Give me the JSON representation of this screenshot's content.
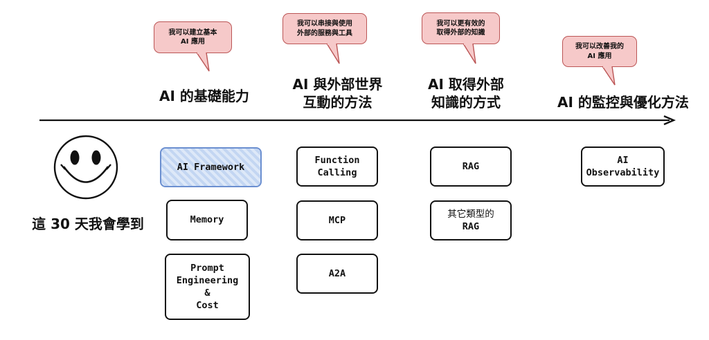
{
  "bubbles": [
    {
      "line1": "我可以建立基本",
      "line2": "AI 應用"
    },
    {
      "line1": "我可以串接與使用",
      "line2": "外部的服務與工具"
    },
    {
      "line1": "我可以更有效的",
      "line2": "取得外部的知識"
    },
    {
      "line1": "我可以改善我的",
      "line2": "AI 應用"
    }
  ],
  "headings": [
    {
      "line1": "AI 的基礎能力",
      "line2": ""
    },
    {
      "line1": "AI 與外部世界",
      "line2": "互動的方法"
    },
    {
      "line1": "AI 取得外部",
      "line2": "知識的方式"
    },
    {
      "line1": "AI 的監控與優化方法",
      "line2": ""
    }
  ],
  "left_label": "這 30 天我會學到",
  "boxes": {
    "ai_framework": "AI Framework",
    "memory": "Memory",
    "prompt": {
      "line1": "Prompt",
      "line2": "Engineering",
      "line3": "&",
      "line4": "Cost"
    },
    "function_calling": {
      "line1": "Function",
      "line2": "Calling"
    },
    "mcp": "MCP",
    "a2a": "A2A",
    "rag": "RAG",
    "other_rag": {
      "line1": "其它類型的",
      "line2": "RAG"
    },
    "observability": {
      "line1": "AI",
      "line2": "Observability"
    }
  },
  "colors": {
    "bubble_fill": "#f6c9c9",
    "bubble_border": "#bb5555",
    "hatch_fill": "#c3d6f2",
    "hatch_border": "#6b8fd0"
  }
}
